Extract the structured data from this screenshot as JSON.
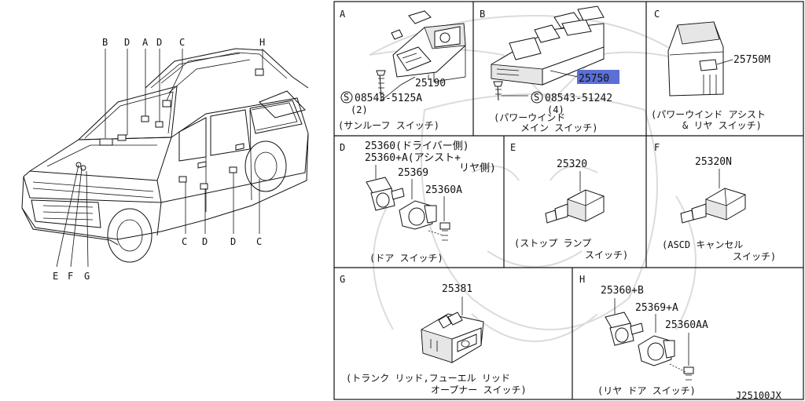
{
  "vehicle_callouts": {
    "top": [
      "B",
      "D",
      "A",
      "D",
      "C",
      "H"
    ],
    "bottom_right": [
      "C",
      "D",
      "D",
      "C"
    ],
    "bottom_left": [
      "E",
      "F",
      "G"
    ]
  },
  "panels": {
    "A": {
      "letter": "A",
      "part_number": "25190",
      "screw_prefix": "S",
      "screw_number": "08543-5125A",
      "screw_qty": "(2)",
      "caption": "(サンルーフ スイッチ)"
    },
    "B": {
      "letter": "B",
      "part_number": "25750",
      "screw_prefix": "S",
      "screw_number": "08543-51242",
      "screw_qty": "(4)",
      "caption_line1": "(パワーウインド",
      "caption_line2": "メイン スイッチ)",
      "highlight_color": "#5b6fd6"
    },
    "C": {
      "letter": "C",
      "part_number": "25750M",
      "caption_line1": "(パワーウインド アシスト",
      "caption_line2": "& リヤ スイッチ)"
    },
    "D": {
      "letter": "D",
      "part_number_1": "25360(ドライバー側)",
      "part_number_2": "25360+A(アシスト+",
      "part_number_2b": "リヤ側)",
      "part_number_3": "25369",
      "part_number_4": "25360A",
      "caption": "(ドア スイッチ)"
    },
    "E": {
      "letter": "E",
      "part_number": "25320",
      "caption_line1": "(ストップ ランプ",
      "caption_line2": "スイッチ)"
    },
    "F": {
      "letter": "F",
      "part_number": "25320N",
      "caption_line1": "(ASCD キャンセル",
      "caption_line2": "スイッチ)"
    },
    "G": {
      "letter": "G",
      "part_number": "25381",
      "caption_line1": "(トランク リッド,フューエル リッド",
      "caption_line2": "オープナー スイッチ)"
    },
    "H": {
      "letter": "H",
      "part_number_1": "25360+B",
      "part_number_2": "25369+A",
      "part_number_3": "25360AA",
      "caption": "(リヤ ドア スイッチ)"
    }
  },
  "drawing_code": "J25100JX"
}
